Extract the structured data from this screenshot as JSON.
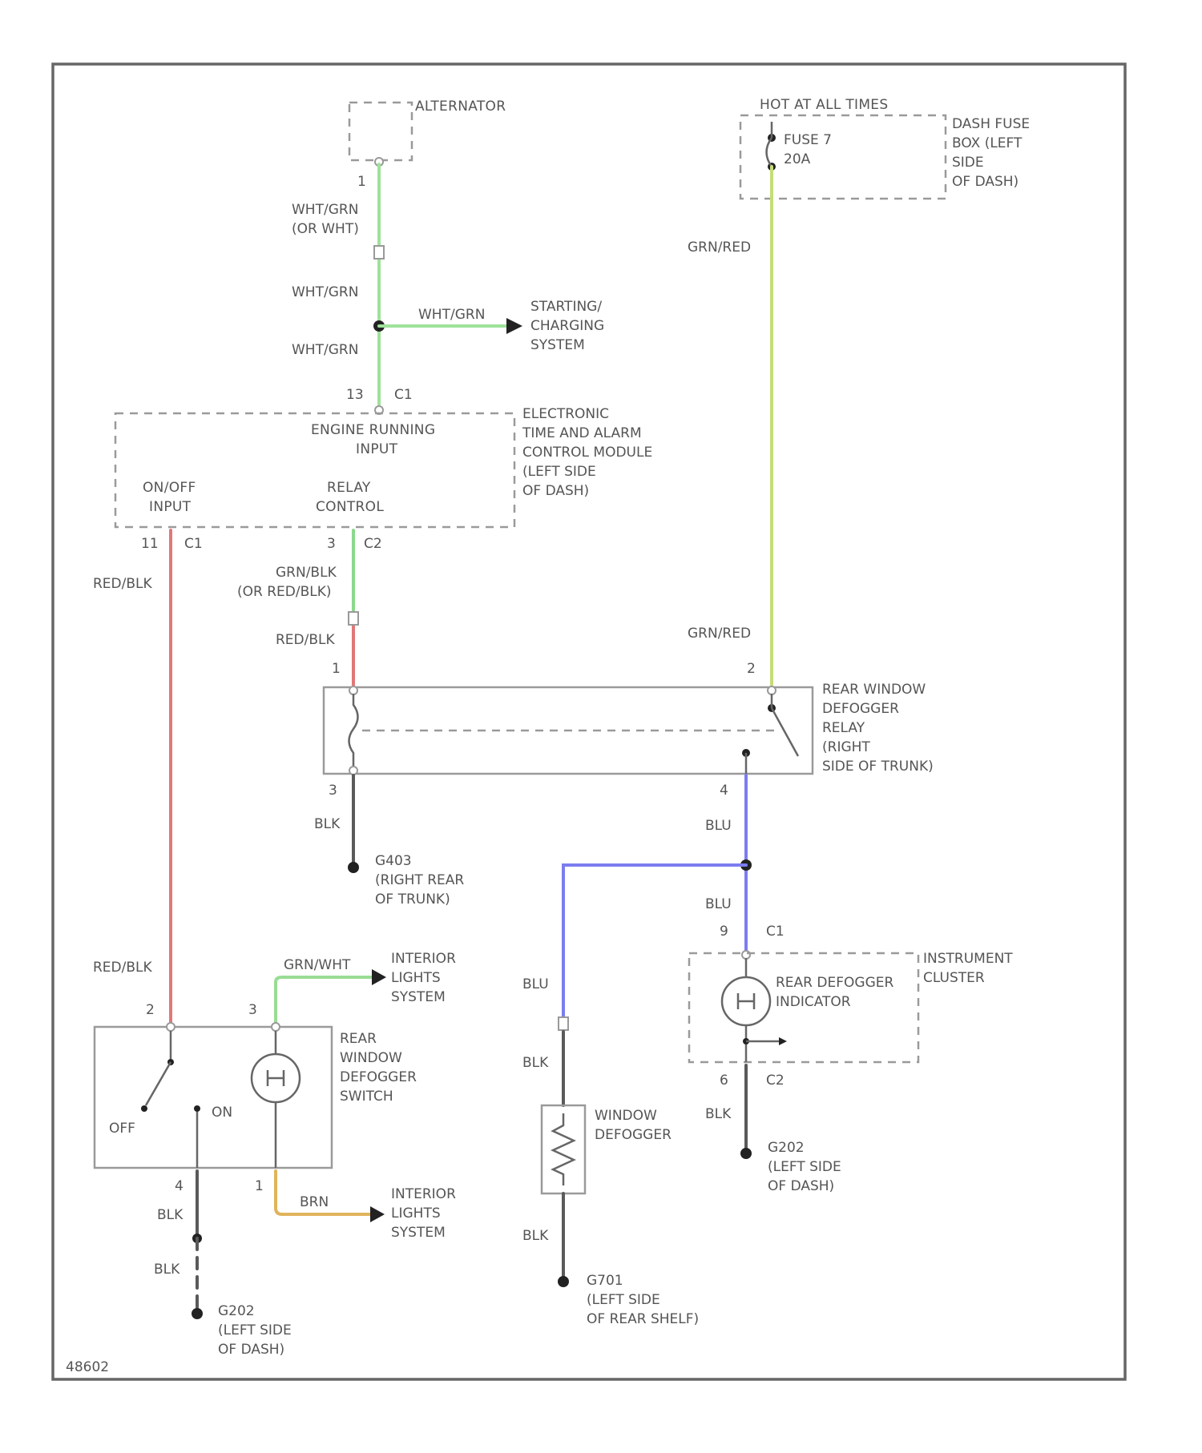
{
  "colors": {
    "wht_grn": "#9ee29a",
    "grn_red": "#c6dc7a",
    "red_blk": "#e07878",
    "grn_blk": "#8cd88c",
    "grn_wht": "#98dc94",
    "blu": "#7c7cf0",
    "brn": "#e0b45c",
    "blk": "#5a5a5a"
  },
  "alternator": {
    "label": "ALTERNATOR",
    "pin": "1"
  },
  "wires": {
    "alt_out_1": "WHT/GRN",
    "alt_out_2": "(OR WHT)",
    "alt_mid": "WHT/GRN",
    "alt_low": "WHT/GRN",
    "to_starting": "WHT/GRN",
    "fuse_out": "GRN/RED",
    "fuse_to_relay": "GRN/RED",
    "onoff_line": "RED/BLK",
    "onoff_line_low": "RED/BLK",
    "relay_ctrl_1": "GRN/BLK",
    "relay_ctrl_2": "(OR RED/BLK)",
    "relay_in": "RED/BLK",
    "relay_gnd": "BLK",
    "relay_out": "BLU",
    "relay_out_low": "BLU",
    "defogger_feed": "BLU",
    "defogger_gnd_up": "BLK",
    "defogger_gnd_low": "BLK",
    "cluster_gnd": "BLK",
    "switch_to_interior": "GRN/WHT",
    "switch_gnd_1": "BLK",
    "switch_gnd_2": "BLK",
    "switch_brn": "BRN"
  },
  "starting_system": {
    "line1": "STARTING/",
    "line2": "CHARGING",
    "line3": "SYSTEM"
  },
  "fuse": {
    "hot_label": "HOT AT ALL TIMES",
    "name": "FUSE 7",
    "rating": "20A",
    "box_line1": "DASH FUSE",
    "box_line2": "BOX (LEFT",
    "box_line3": "SIDE",
    "box_line4": "OF DASH)"
  },
  "module": {
    "pin_top": "13",
    "conn_top": "C1",
    "engine_line1": "ENGINE RUNNING",
    "engine_line2": "INPUT",
    "onoff_line1": "ON/OFF",
    "onoff_line2": "INPUT",
    "relay_line1": "RELAY",
    "relay_line2": "CONTROL",
    "name_line1": "ELECTRONIC",
    "name_line2": "TIME AND ALARM",
    "name_line3": "CONTROL MODULE",
    "name_line4": "(LEFT SIDE",
    "name_line5": "OF DASH)",
    "pin_onoff": "11",
    "conn_onoff": "C1",
    "pin_relay": "3",
    "conn_relay": "C2"
  },
  "relay": {
    "pin_1": "1",
    "pin_2": "2",
    "pin_3": "3",
    "pin_4": "4",
    "name_line1": "REAR WINDOW",
    "name_line2": "DEFOGGER",
    "name_line3": "RELAY",
    "name_line4": "(RIGHT",
    "name_line5": "SIDE OF TRUNK)"
  },
  "ground_g403": {
    "id": "G403",
    "line1": "(RIGHT REAR",
    "line2": "OF TRUNK)"
  },
  "cluster": {
    "pin_top": "9",
    "conn_top": "C1",
    "indicator_line1": "REAR DEFOGGER",
    "indicator_line2": "INDICATOR",
    "name_line1": "INSTRUMENT",
    "name_line2": "CLUSTER",
    "pin_bottom": "6",
    "conn_bottom": "C2"
  },
  "ground_g202_cluster": {
    "id": "G202",
    "line1": "(LEFT SIDE",
    "line2": "OF DASH)"
  },
  "switch": {
    "pin_2": "2",
    "pin_3": "3",
    "pin_4": "4",
    "pin_1": "1",
    "off": "OFF",
    "on": "ON",
    "name_line1": "REAR",
    "name_line2": "WINDOW",
    "name_line3": "DEFOGGER",
    "name_line4": "SWITCH"
  },
  "interior_upper": {
    "line1": "INTERIOR",
    "line2": "LIGHTS",
    "line3": "SYSTEM"
  },
  "interior_lower": {
    "line1": "INTERIOR",
    "line2": "LIGHTS",
    "line3": "SYSTEM"
  },
  "ground_g202_switch": {
    "id": "G202",
    "line1": "(LEFT SIDE",
    "line2": "OF DASH)"
  },
  "defogger": {
    "line1": "WINDOW",
    "line2": "DEFOGGER"
  },
  "ground_g701": {
    "id": "G701",
    "line1": "(LEFT SIDE",
    "line2": "OF REAR SHELF)"
  },
  "figure_id": "48602"
}
